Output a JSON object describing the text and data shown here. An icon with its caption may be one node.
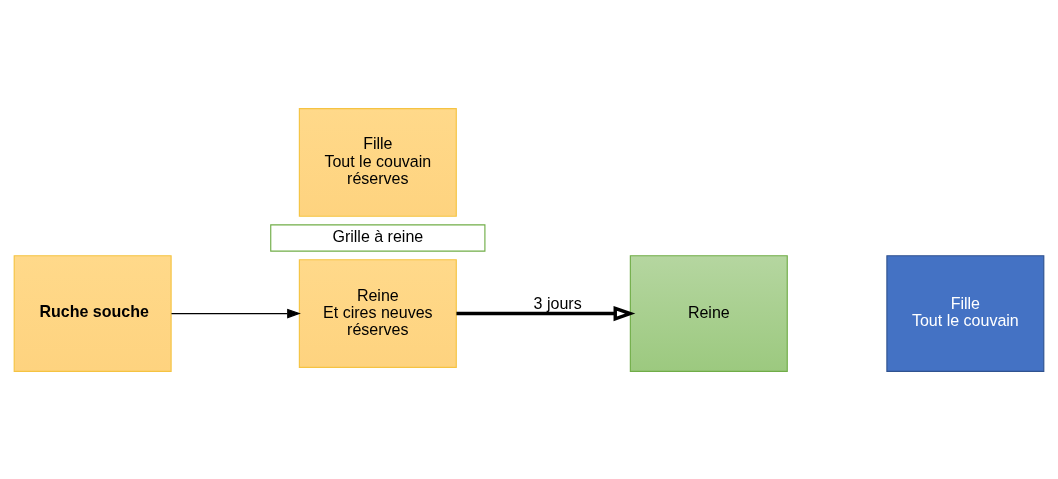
{
  "diagram": {
    "nodes": [
      {
        "text": [
          "Ruche souche"
        ]
      },
      {
        "text": [
          "Fille",
          "Tout le couvain",
          "réserves"
        ]
      },
      {
        "text": [
          "Grille à reine"
        ]
      },
      {
        "text": [
          "Reine",
          "Et cires neuves",
          "réserves"
        ]
      },
      {
        "text": [
          "Reine"
        ]
      },
      {
        "text": [
          "Fille",
          "Tout le couvain"
        ]
      }
    ],
    "edges": [
      {
        "from": 0,
        "to": 3,
        "arrow": "to"
      },
      {
        "from": 3,
        "to": 4,
        "arrow": "to",
        "label": "3 jours",
        "style": "thick"
      }
    ]
  }
}
